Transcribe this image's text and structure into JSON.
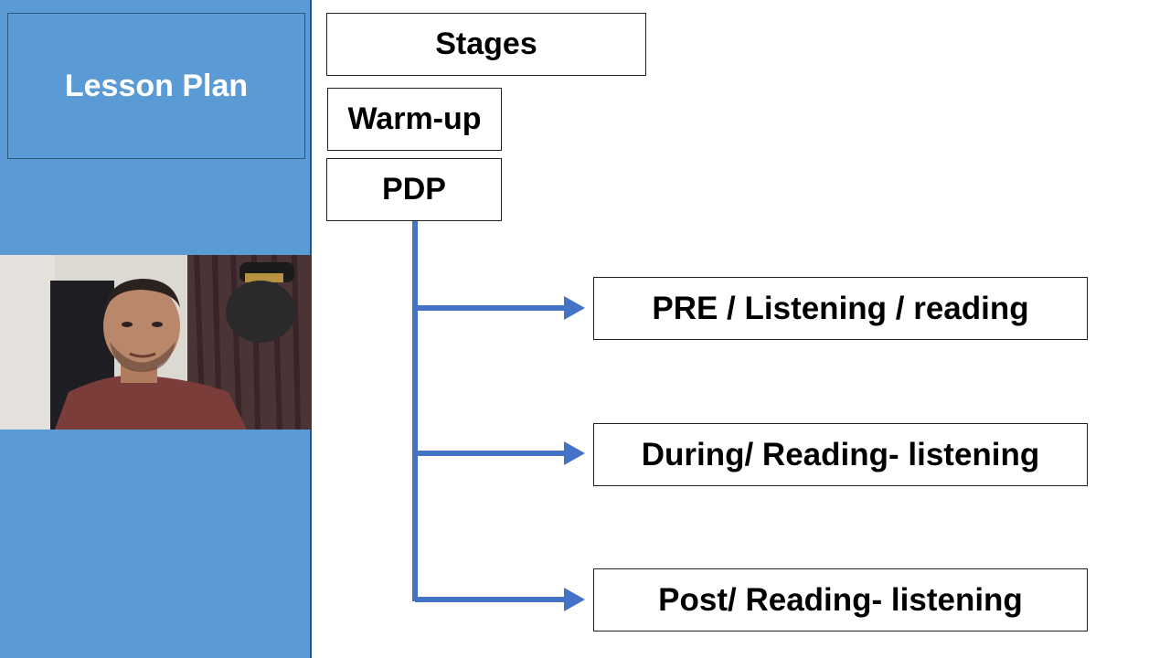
{
  "sidebar": {
    "title": "Lesson Plan"
  },
  "diagram": {
    "header": "Stages",
    "stage_1": "Warm-up",
    "stage_2": "PDP",
    "branches": [
      "PRE / Listening / reading",
      "During/ Reading- listening",
      "Post/ Reading- listening"
    ]
  },
  "colors": {
    "sidebar_bg": "#5b9bd5",
    "connector": "#4472c4",
    "box_border": "#1f1f1f"
  }
}
